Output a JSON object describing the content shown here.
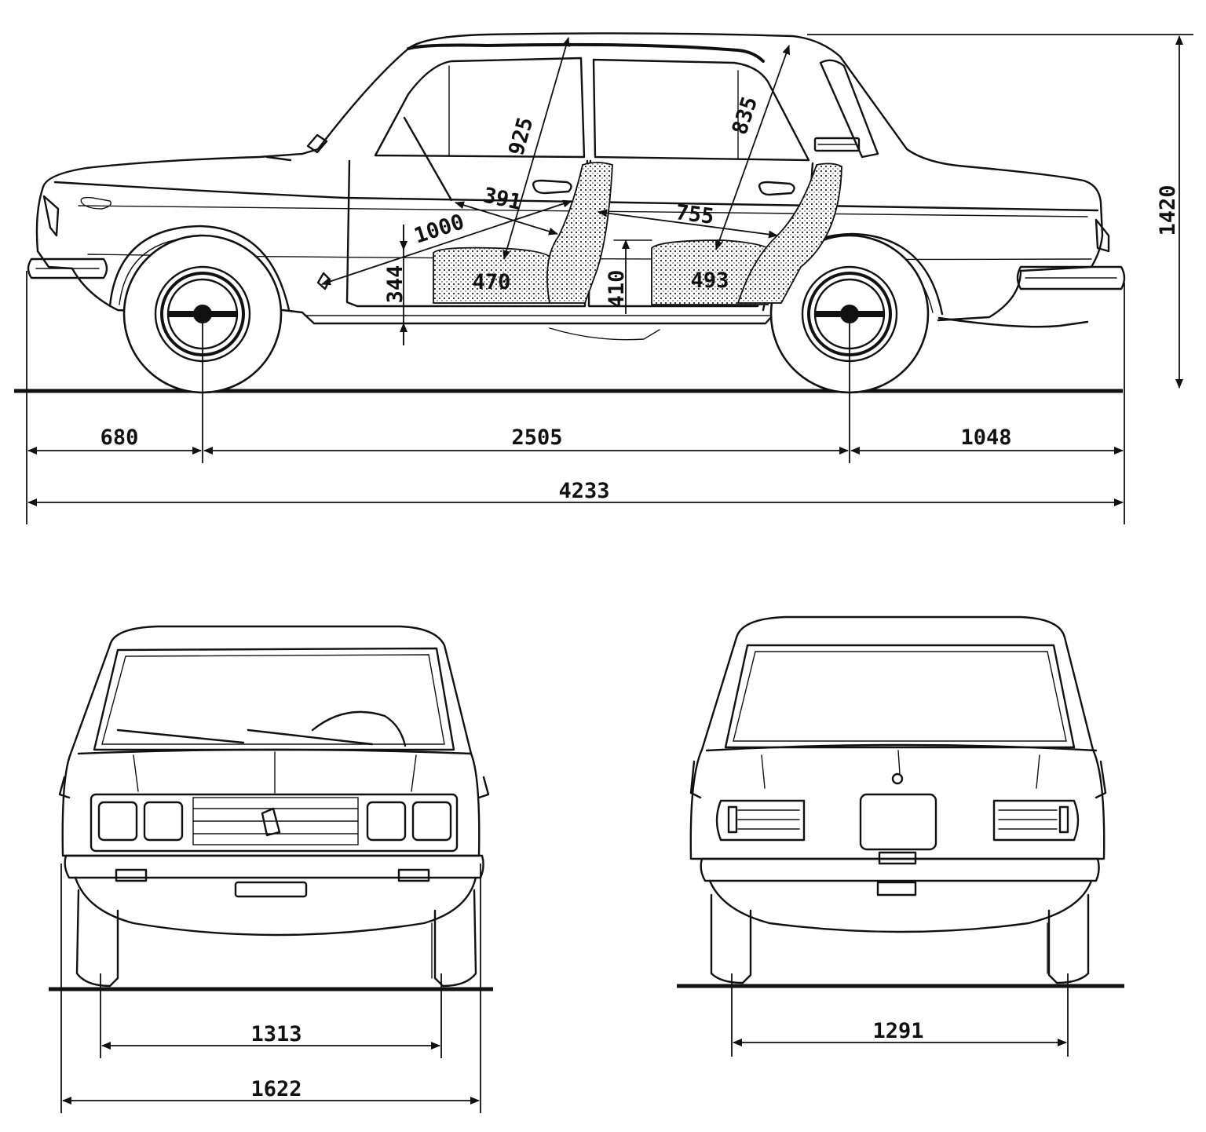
{
  "side_view": {
    "overall_length": "4233",
    "front_overhang": "680",
    "wheelbase": "2505",
    "rear_overhang": "1048",
    "height": "1420",
    "front_headroom": "925",
    "rear_headroom": "835",
    "front_seat_to_pedal": "1000",
    "front_knee": "391",
    "rear_legroom": "755",
    "floor_height": "344",
    "rear_cushion_height": "410",
    "front_cushion_depth": "470",
    "rear_cushion_depth": "493"
  },
  "front_view": {
    "front_track": "1313",
    "overall_width": "1622"
  },
  "rear_view": {
    "rear_track": "1291"
  }
}
